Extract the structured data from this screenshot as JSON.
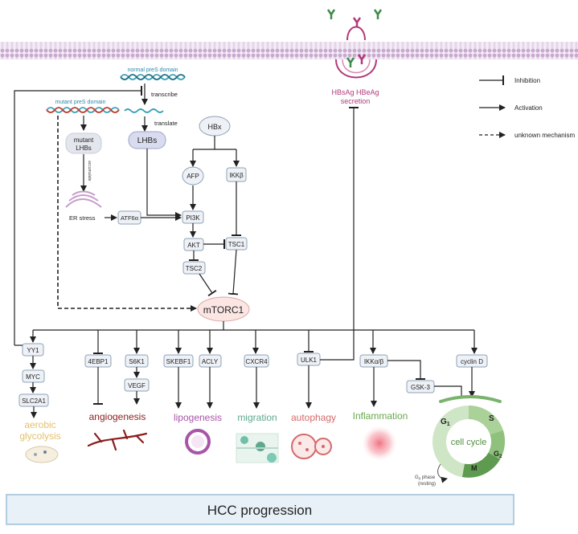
{
  "membrane": {
    "secretion_line1": "HBsAg HBeAg",
    "secretion_line2": "secretion"
  },
  "legend": {
    "inhibition": "Inhibition",
    "activation": "Activation",
    "unknown": "unknown mechanism"
  },
  "transcription": {
    "normal_domain": "normal preS domain",
    "mutant_domain": "mutant preS domain",
    "transcribe": "transcribe",
    "translate": "translate",
    "mutant_lhbs_line1": "mutant",
    "mutant_lhbs_line2": "LHBs",
    "lhbs": "LHBs",
    "accumulate": "accumulate",
    "er_stress": "ER stress"
  },
  "nodes": {
    "hbx": "HBx",
    "afp": "AFP",
    "ikkb": "IKKβ",
    "pi3k": "PI3K",
    "akt": "AKT",
    "tsc1": "TSC1",
    "tsc2": "TSC2",
    "atf6a": "ATF6α",
    "mtorc1": "mTORC1",
    "yy1": "YY1",
    "myc": "MYC",
    "slc2a1": "SLC2A1",
    "ebp1": "4EBP1",
    "s6k1": "S6K1",
    "vegf": "VEGF",
    "skebf1": "SKEBF1",
    "acly": "ACLY",
    "cxcr4": "CXCR4",
    "ulk1": "ULK1",
    "ikkab": "IKKα/β",
    "gsk3": "GSK-3",
    "cyclind": "cyclin D"
  },
  "outcomes": {
    "aerobic_line1": "aerobic",
    "aerobic_line2": "glycolysis",
    "angiogenesis": "angiogenesis",
    "lipogenesis": "lipogenesis",
    "migration": "migration",
    "autophagy": "autophagy",
    "inflammation": "Inflammation"
  },
  "cell_cycle": {
    "label": "cell cycle",
    "g1": "G",
    "g1_sub": "1",
    "s": "S",
    "g2": "G",
    "g2_sub": "2",
    "m": "M",
    "g0_line1": "G",
    "g0_sub": "0",
    "g0_line1_rest": " phase",
    "g0_line2": "(resting)"
  },
  "footer": {
    "title": "HCC progression"
  },
  "colors": {
    "membrane": "#c9a9cf",
    "hbsag": "#b13a7a",
    "aerobic": "#e3c16f",
    "angiogenesis": "#8b1d1d",
    "lipogenesis": "#a855a8",
    "migration": "#5fa88e",
    "autophagy": "#d46a6a",
    "inflammation": "#6aa84f",
    "cellcycle": "#7ab36b",
    "footer_fill": "#e8f1f8",
    "footer_border": "#9cbfd6"
  }
}
